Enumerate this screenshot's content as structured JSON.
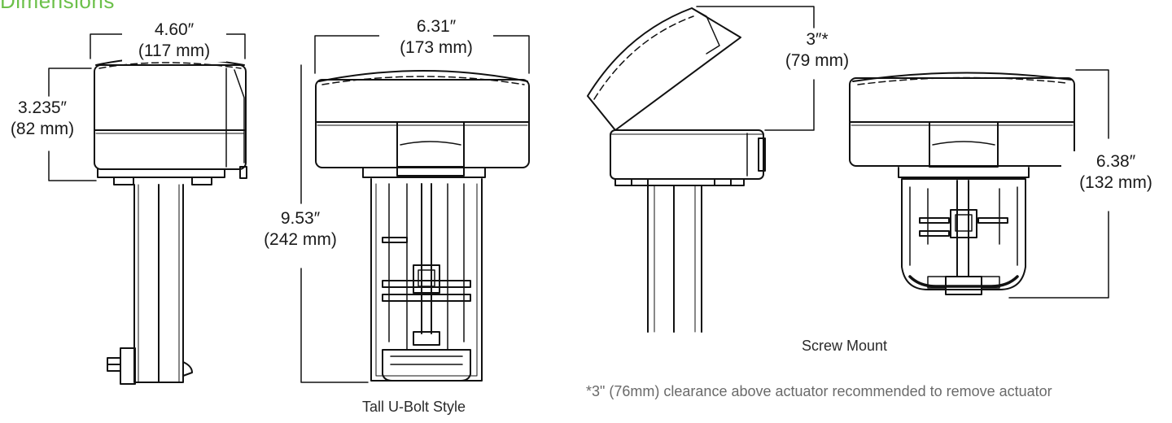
{
  "page": {
    "title": "Dimensions"
  },
  "dimensions": {
    "left_width": {
      "inch": "4.60″",
      "mm": "(117 mm)"
    },
    "left_height": {
      "inch": "3.235″",
      "mm": "(82 mm)"
    },
    "tall_width": {
      "inch": "6.31″",
      "mm": "(173 mm)"
    },
    "tall_height": {
      "inch": "9.53″",
      "mm": "(242 mm)"
    },
    "clearance": {
      "inch": "3″*",
      "mm": "(79 mm)"
    },
    "screw_height": {
      "inch": "6.38″",
      "mm": "(132 mm)"
    }
  },
  "captions": {
    "tall_ubolt": "Tall U-Bolt Style",
    "screw_mount": "Screw Mount"
  },
  "footnote": "*3\" (76mm) clearance above actuator recommended to remove actuator",
  "colors": {
    "title": "#6cc04a",
    "line": "#111111",
    "note": "#6a6a6a"
  }
}
